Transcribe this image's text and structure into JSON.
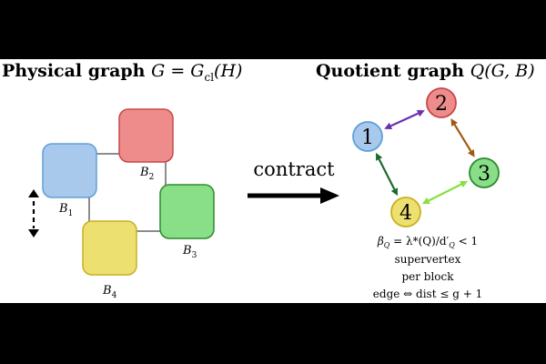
{
  "titles": {
    "left_bold": "Physical graph",
    "left_math": "G = G",
    "left_math_sub": "cl",
    "left_math_tail": "(H)",
    "right_bold": "Quotient graph",
    "right_math": "Q(G, B)"
  },
  "blocks": [
    {
      "id": "B1",
      "label_main": "B",
      "label_sub": "1",
      "color": "#a8c8ec",
      "border": "#5fa0d8"
    },
    {
      "id": "B2",
      "label_main": "B",
      "label_sub": "2",
      "color": "#ee8c8c",
      "border": "#c84848"
    },
    {
      "id": "B3",
      "label_main": "B",
      "label_sub": "3",
      "color": "#88df88",
      "border": "#2e8a2e"
    },
    {
      "id": "B4",
      "label_main": "B",
      "label_sub": "4",
      "color": "#ece070",
      "border": "#c8b020"
    }
  ],
  "contract_label": "contract",
  "nodes": [
    {
      "id": "1",
      "label": "1",
      "color": "#a8c8ec",
      "border": "#5fa0d8"
    },
    {
      "id": "2",
      "label": "2",
      "color": "#ee8c8c",
      "border": "#c84848"
    },
    {
      "id": "3",
      "label": "3",
      "color": "#88df88",
      "border": "#2e8a2e"
    },
    {
      "id": "4",
      "label": "4",
      "color": "#ece070",
      "border": "#c8b020"
    }
  ],
  "edges": [
    {
      "from": "1",
      "to": "2",
      "color": "#6a2fb0"
    },
    {
      "from": "2",
      "to": "3",
      "color": "#a05a10"
    },
    {
      "from": "3",
      "to": "4",
      "color": "#88e040"
    },
    {
      "from": "4",
      "to": "1",
      "color": "#1e6a2e"
    }
  ],
  "annotations": {
    "beta_lhs": "β",
    "beta_sub": "Q",
    "beta_eq": " = λ*(Q)/d′",
    "beta_sub2": "Q",
    "beta_tail": " < 1",
    "line2": "supervertex",
    "line3": "per block",
    "line4": "edge ⇔ dist ≤ g + 1"
  }
}
